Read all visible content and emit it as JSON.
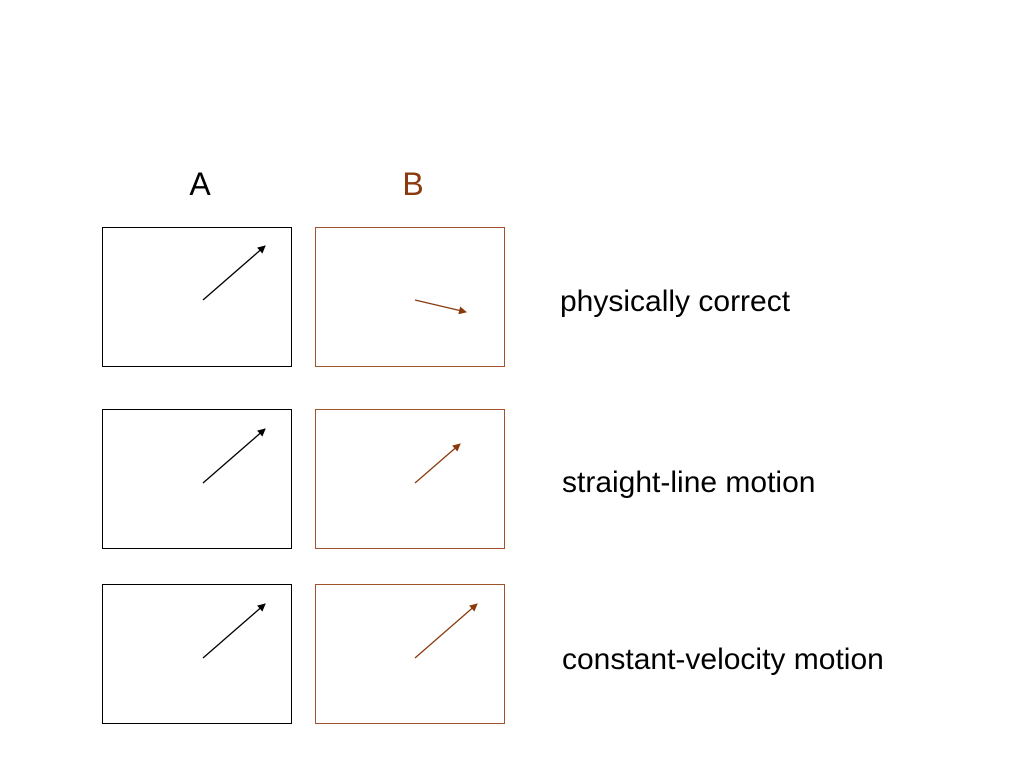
{
  "columns": {
    "a_label": "A",
    "b_label": "B"
  },
  "rows": [
    {
      "label": "physically correct"
    },
    {
      "label": "straight-line motion"
    },
    {
      "label": "constant-velocity motion"
    }
  ],
  "colors": {
    "column_a": "#000000",
    "column_b": "#8b3a0e",
    "panel_b_border": "#a0522d"
  }
}
